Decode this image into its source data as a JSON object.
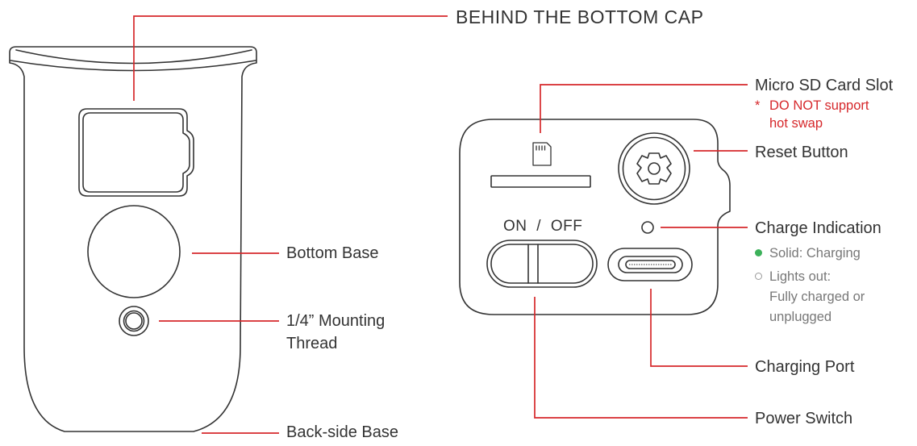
{
  "title": "BEHIND THE BOTTOM CAP",
  "left_labels": {
    "bottom_base": "Bottom Base",
    "mounting_thread_line1": "1/4” Mounting",
    "mounting_thread_line2": "Thread",
    "back_side_base": "Back-side Base"
  },
  "right_labels": {
    "micro_sd": "Micro SD Card Slot",
    "sd_note_asterisk": "*",
    "sd_note_line1": "DO NOT support",
    "sd_note_line2": "hot swap",
    "reset_button": "Reset Button",
    "charge_indication": "Charge Indication",
    "solid_charging": "Solid: Charging",
    "lights_out_line1": "Lights out:",
    "lights_out_line2": "Fully charged or",
    "lights_out_line3": "unplugged",
    "charging_port": "Charging Port",
    "power_switch": "Power Switch"
  },
  "switch": {
    "on": "ON",
    "separator": "/",
    "off": "OFF"
  },
  "colors": {
    "leader_line": "#d6282b",
    "outline": "#333333",
    "charging_dot": "#3cb15a"
  }
}
